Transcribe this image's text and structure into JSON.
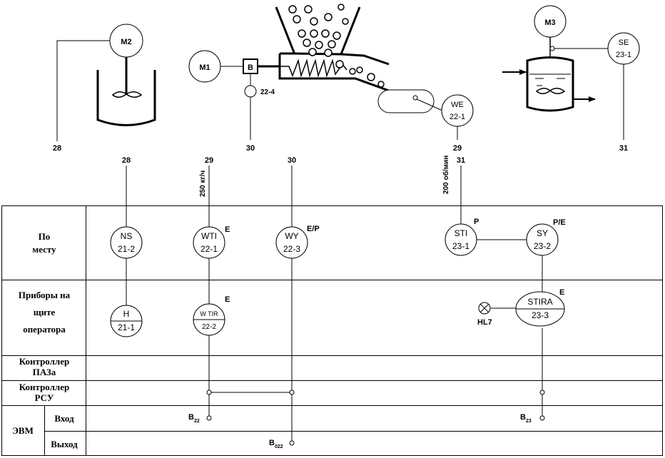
{
  "equipment": {
    "motors": [
      "M2",
      "M1",
      "M3"
    ],
    "gearbox": "B",
    "sensor_22_4": "22-4",
    "we": {
      "code": "WE",
      "num": "22-1"
    },
    "se": {
      "code": "SE",
      "num": "23-1"
    }
  },
  "top_line_numbers": {
    "n28a": "28",
    "n30a": "30",
    "n29a": "29",
    "n31a": "31",
    "n28b": "28",
    "n29b": "29",
    "n30b": "30",
    "n31b": "31"
  },
  "rotated_labels": {
    "weight_range": "250 кг/ч",
    "speed_range": "200 об/мин"
  },
  "rows": {
    "local": "По месту",
    "operator_panel": "Приборы на щите оператора",
    "paz_controller": "Контроллер ПАЗа",
    "rsu_controller": "Контроллер РСУ",
    "computer": "ЭВМ",
    "input": "Вход",
    "output": "Выход"
  },
  "instruments": {
    "ns": {
      "code": "NS",
      "num": "21-2"
    },
    "wti": {
      "code": "WTI",
      "num": "22-1",
      "tag": "E"
    },
    "wy": {
      "code": "WY",
      "num": "22-3",
      "tag": "E/P"
    },
    "sti": {
      "code": "STI",
      "num": "23-1",
      "tag": "P"
    },
    "sy": {
      "code": "SY",
      "num": "23-2",
      "tag": "P/E"
    },
    "h": {
      "code": "H",
      "num": "21-1"
    },
    "wtir": {
      "code": "W TIR",
      "num": "22-2",
      "tag": "E"
    },
    "stira": {
      "code": "STIRA",
      "num": "23-3",
      "tag": "E"
    },
    "lamp": "HL7"
  },
  "io": {
    "b22": {
      "main": "B",
      "sub": "22"
    },
    "b23": {
      "main": "B",
      "sub": "23"
    },
    "b022": {
      "main": "B",
      "sub": "022"
    }
  }
}
